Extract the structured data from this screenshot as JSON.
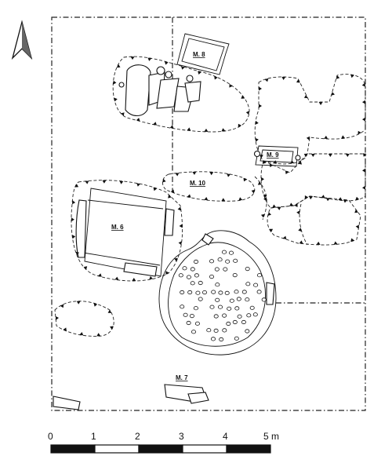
{
  "north_arrow": {
    "icon": "north-arrow-icon"
  },
  "features": [
    {
      "id": "m8",
      "label": "M. 8"
    },
    {
      "id": "m9",
      "label": "M. 9"
    },
    {
      "id": "m10",
      "label": "M. 10"
    },
    {
      "id": "m6",
      "label": "M. 6"
    },
    {
      "id": "m7",
      "label": "M. 7"
    }
  ],
  "scale_bar": {
    "ticks": [
      "0",
      "1",
      "2",
      "3",
      "4",
      "5 m"
    ],
    "segments": [
      "black",
      "white",
      "black",
      "white",
      "black"
    ]
  }
}
